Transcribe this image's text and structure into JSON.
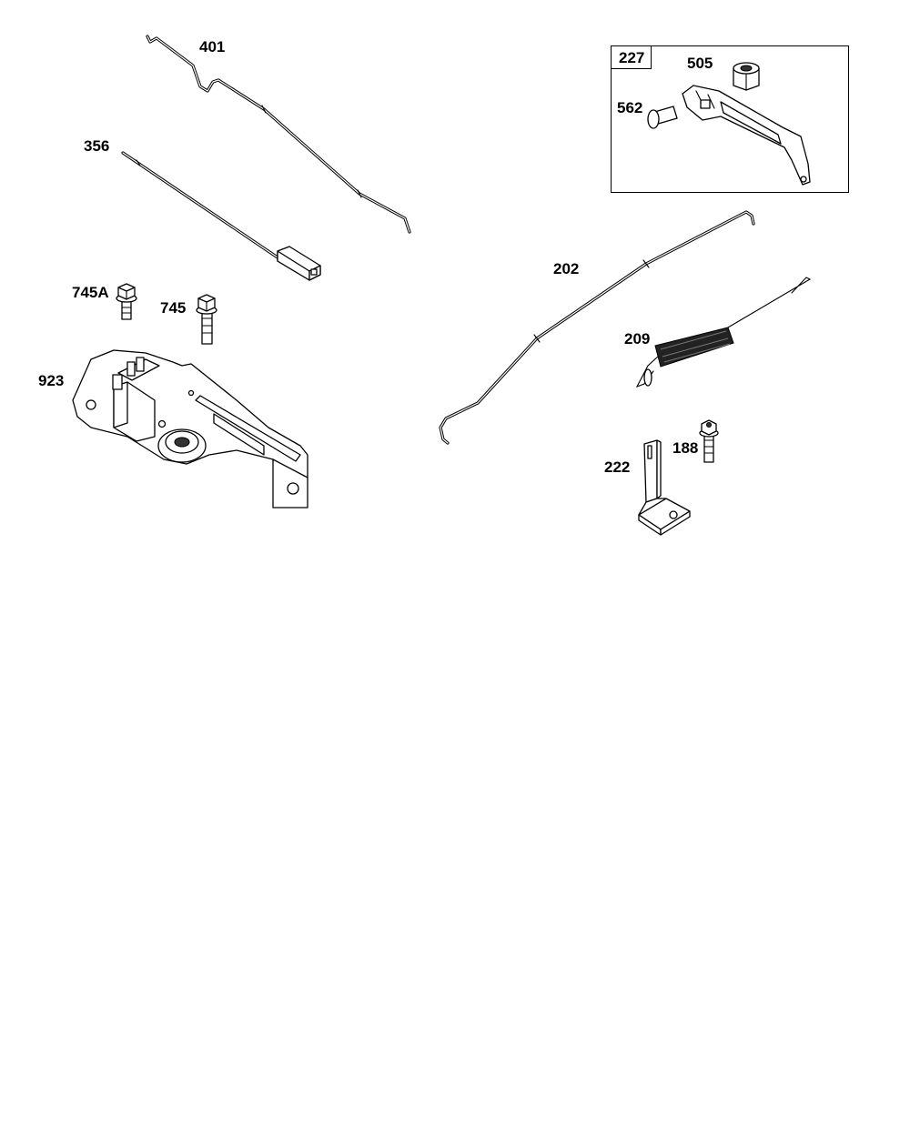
{
  "diagram": {
    "kit_label": "227",
    "callouts": {
      "p401": "401",
      "p356": "356",
      "p745a": "745A",
      "p745": "745",
      "p923": "923",
      "p227": "227",
      "p505": "505",
      "p562": "562",
      "p202": "202",
      "p209": "209",
      "p188": "188",
      "p222": "222"
    }
  }
}
